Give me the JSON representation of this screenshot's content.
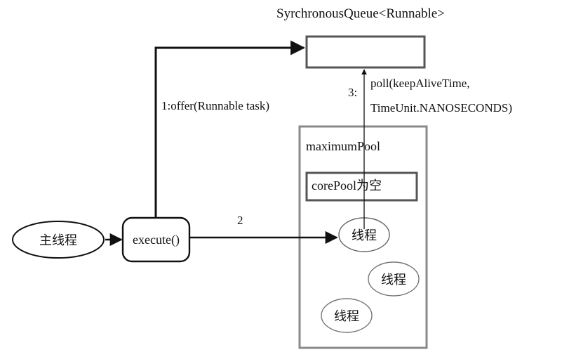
{
  "diagram": {
    "title": "SyrchronousQueue<Runnable>",
    "queue_box": {
      "label": ""
    },
    "edges": {
      "offer": "1:offer(Runnable task)",
      "step2": "2",
      "poll_num": "3:",
      "poll_line1": "poll(keepAliveTime,",
      "poll_line2": "TimeUnit.NANOSECONDS)"
    },
    "nodes": {
      "main_thread": "主线程",
      "execute": "execute()",
      "maximum_pool": "maximumPool",
      "core_pool": "corePool为空",
      "thread_1": "线程",
      "thread_2": "线程",
      "thread_3": "线程"
    },
    "colors": {
      "stroke_dark": "#111111",
      "stroke_gray": "#808080",
      "stroke_light": "#9a9a9a",
      "background": "#ffffff"
    }
  }
}
